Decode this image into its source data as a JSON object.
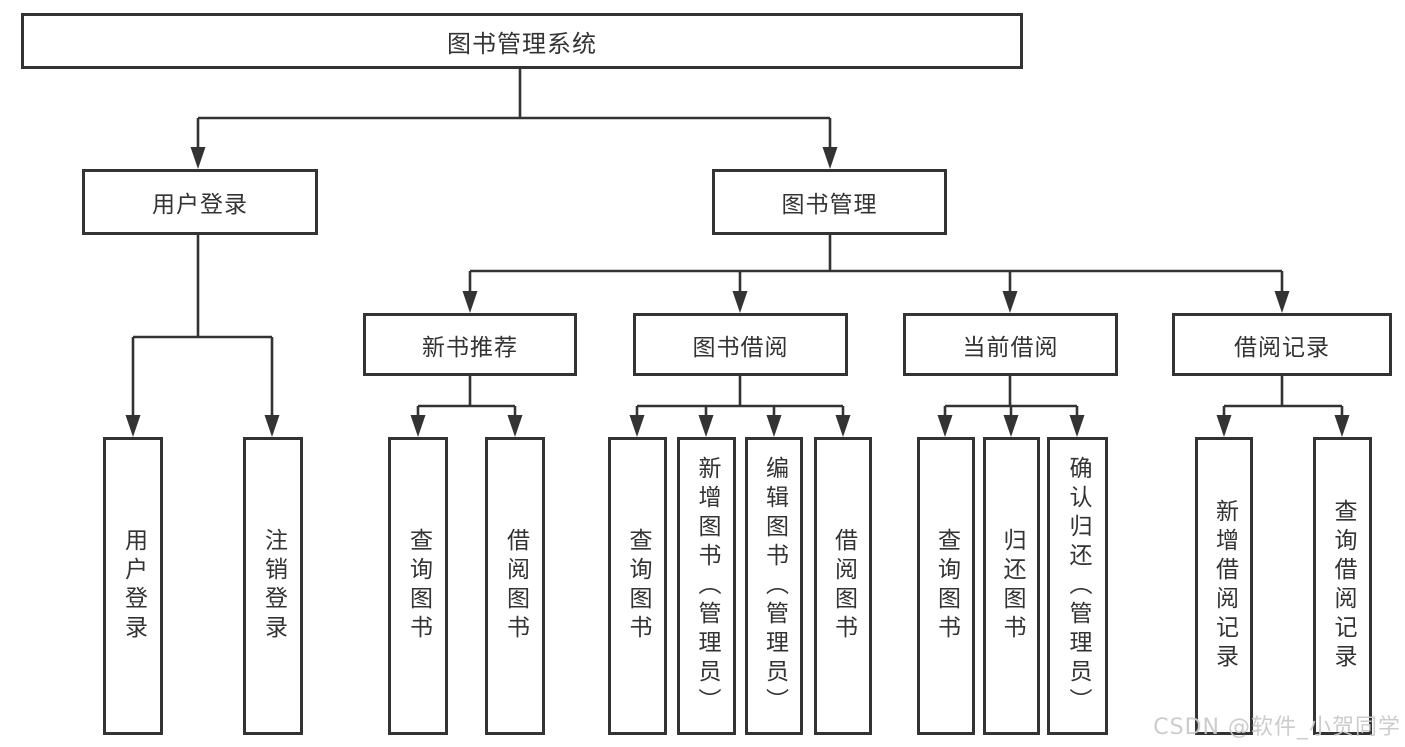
{
  "diagram": {
    "root": {
      "label": "图书管理系统"
    },
    "level2": [
      {
        "id": "user-login",
        "label": "用户登录"
      },
      {
        "id": "book-management",
        "label": "图书管理"
      }
    ],
    "level3": [
      {
        "id": "new-book-recommend",
        "label": "新书推荐",
        "parent": "book-management"
      },
      {
        "id": "book-borrow",
        "label": "图书借阅",
        "parent": "book-management"
      },
      {
        "id": "current-borrow",
        "label": "当前借阅",
        "parent": "book-management"
      },
      {
        "id": "borrow-records",
        "label": "借阅记录",
        "parent": "book-management"
      }
    ],
    "leaves": [
      {
        "id": "user-login-login",
        "label": "用户登录",
        "parent": "user-login"
      },
      {
        "id": "user-login-logout",
        "label": "注销登录",
        "parent": "user-login"
      },
      {
        "id": "nbr-query-books",
        "label": "查询图书",
        "parent": "new-book-recommend"
      },
      {
        "id": "nbr-borrow-books",
        "label": "借阅图书",
        "parent": "new-book-recommend"
      },
      {
        "id": "bb-query-books",
        "label": "查询图书",
        "parent": "book-borrow"
      },
      {
        "id": "bb-add-books",
        "label": "新增图书（管理员）",
        "parent": "book-borrow"
      },
      {
        "id": "bb-edit-books",
        "label": "编辑图书（管理员）",
        "parent": "book-borrow"
      },
      {
        "id": "bb-borrow-books",
        "label": "借阅图书",
        "parent": "book-borrow"
      },
      {
        "id": "cb-query-books",
        "label": "查询图书",
        "parent": "current-borrow"
      },
      {
        "id": "cb-return-books",
        "label": "归还图书",
        "parent": "current-borrow"
      },
      {
        "id": "cb-confirm-return",
        "label": "确认归还（管理员）",
        "parent": "current-borrow"
      },
      {
        "id": "br-add-record",
        "label": "新增借阅记录",
        "parent": "borrow-records"
      },
      {
        "id": "br-query-record",
        "label": "查询借阅记录",
        "parent": "borrow-records"
      }
    ]
  },
  "watermark": {
    "text": "CSDN @软件_小贺同学",
    "color": "#c9c9c9"
  },
  "colors": {
    "line": "#333333",
    "text": "#333333",
    "background": "#ffffff"
  }
}
